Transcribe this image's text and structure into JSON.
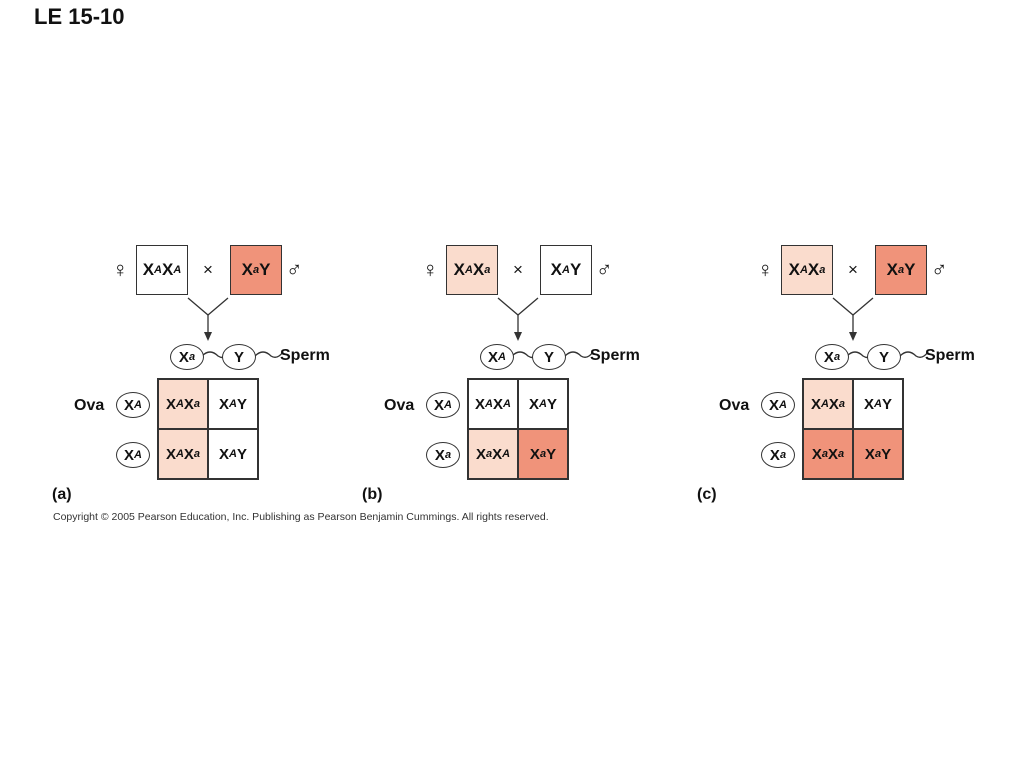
{
  "title": "LE 15-10",
  "colors": {
    "white": "#ffffff",
    "carrier": "#fadccd",
    "affected": "#f0937a",
    "line": "#333333"
  },
  "symbols": {
    "female": "♀",
    "male": "♂",
    "cross": "×"
  },
  "labels": {
    "sperm": "Sperm",
    "ova": "Ova"
  },
  "panels": [
    {
      "letter": "(a)",
      "mother": {
        "parts": [
          [
            "X",
            "A"
          ],
          [
            "X",
            "A"
          ]
        ],
        "fill": "white"
      },
      "father": {
        "parts": [
          [
            "X",
            "a"
          ],
          [
            "Y",
            ""
          ]
        ],
        "fill": "affected"
      },
      "sperm": [
        [
          [
            "X",
            "a"
          ]
        ],
        [
          [
            "Y",
            ""
          ]
        ]
      ],
      "ova": [
        [
          [
            "X",
            "A"
          ]
        ],
        [
          [
            "X",
            "A"
          ]
        ]
      ],
      "cells": [
        {
          "parts": [
            [
              "X",
              "A"
            ],
            [
              "X",
              "a"
            ]
          ],
          "fill": "carrier"
        },
        {
          "parts": [
            [
              "X",
              "A"
            ],
            [
              "Y",
              ""
            ]
          ],
          "fill": "white"
        },
        {
          "parts": [
            [
              "X",
              "A"
            ],
            [
              "X",
              "a"
            ]
          ],
          "fill": "carrier"
        },
        {
          "parts": [
            [
              "X",
              "A"
            ],
            [
              "Y",
              ""
            ]
          ],
          "fill": "white"
        }
      ]
    },
    {
      "letter": "(b)",
      "mother": {
        "parts": [
          [
            "X",
            "A"
          ],
          [
            "X",
            "a"
          ]
        ],
        "fill": "carrier"
      },
      "father": {
        "parts": [
          [
            "X",
            "A"
          ],
          [
            "Y",
            ""
          ]
        ],
        "fill": "white"
      },
      "sperm": [
        [
          [
            "X",
            "A"
          ]
        ],
        [
          [
            "Y",
            ""
          ]
        ]
      ],
      "ova": [
        [
          [
            "X",
            "A"
          ]
        ],
        [
          [
            "X",
            "a"
          ]
        ]
      ],
      "cells": [
        {
          "parts": [
            [
              "X",
              "A"
            ],
            [
              "X",
              "A"
            ]
          ],
          "fill": "white"
        },
        {
          "parts": [
            [
              "X",
              "A"
            ],
            [
              "Y",
              ""
            ]
          ],
          "fill": "white"
        },
        {
          "parts": [
            [
              "X",
              "a"
            ],
            [
              "X",
              "A"
            ]
          ],
          "fill": "carrier"
        },
        {
          "parts": [
            [
              "X",
              "a"
            ],
            [
              "Y",
              ""
            ]
          ],
          "fill": "affected"
        }
      ]
    },
    {
      "letter": "(c)",
      "mother": {
        "parts": [
          [
            "X",
            "A"
          ],
          [
            "X",
            "a"
          ]
        ],
        "fill": "carrier"
      },
      "father": {
        "parts": [
          [
            "X",
            "a"
          ],
          [
            "Y",
            ""
          ]
        ],
        "fill": "affected"
      },
      "sperm": [
        [
          [
            "X",
            "a"
          ]
        ],
        [
          [
            "Y",
            ""
          ]
        ]
      ],
      "ova": [
        [
          [
            "X",
            "A"
          ]
        ],
        [
          [
            "X",
            "a"
          ]
        ]
      ],
      "cells": [
        {
          "parts": [
            [
              "X",
              "A"
            ],
            [
              "X",
              "a"
            ]
          ],
          "fill": "carrier"
        },
        {
          "parts": [
            [
              "X",
              "A"
            ],
            [
              "Y",
              ""
            ]
          ],
          "fill": "white"
        },
        {
          "parts": [
            [
              "X",
              "a"
            ],
            [
              "X",
              "a"
            ]
          ],
          "fill": "affected"
        },
        {
          "parts": [
            [
              "X",
              "a"
            ],
            [
              "Y",
              ""
            ]
          ],
          "fill": "affected"
        }
      ]
    }
  ],
  "copyright": "Copyright © 2005 Pearson Education, Inc. Publishing as Pearson Benjamin Cummings. All rights reserved."
}
